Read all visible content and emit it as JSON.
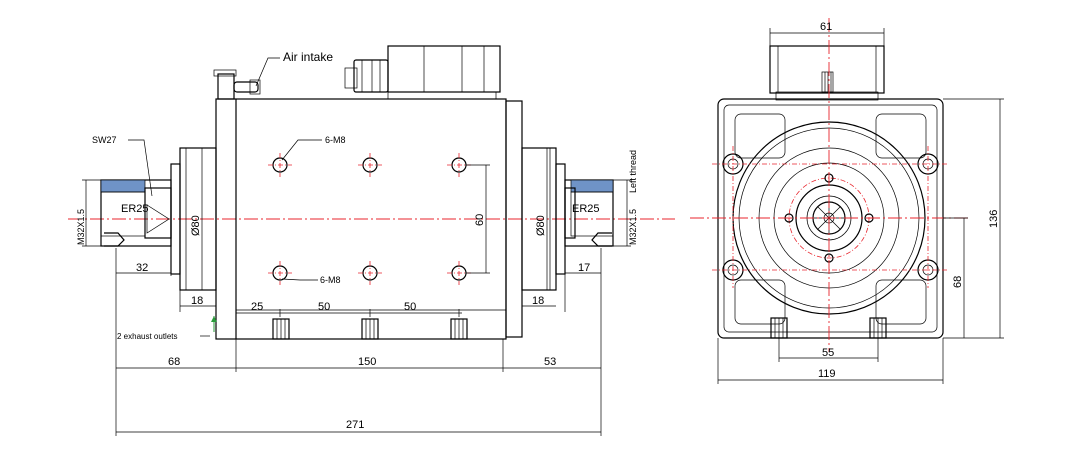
{
  "labels": {
    "air_intake": "Air intake",
    "sw27": "SW27",
    "m8_top": "6-M8",
    "m8_bottom": "6-M8",
    "exhaust": "2 exhaust outlets",
    "er25_left": "ER25",
    "er25_right": "ER25",
    "thread_left": "M32X1.5",
    "thread_right": "M32X1.5",
    "left_thread": "Left thread",
    "dia_left": "Ø80",
    "dia_right": "Ø80"
  },
  "dims": {
    "d_32": "32",
    "d_18_left": "18",
    "d_25": "25",
    "d_50_a": "50",
    "d_50_b": "50",
    "d_18_right": "18",
    "d_17": "17",
    "d_60": "60",
    "d_68_left": "68",
    "d_150": "150",
    "d_53": "53",
    "d_271": "271",
    "d_61": "61",
    "d_136": "136",
    "d_68_right": "68",
    "d_55": "55",
    "d_119": "119"
  },
  "colors": {
    "outline": "#000000",
    "centerline": "#e8242c",
    "hatch": "#6f93c7",
    "leader_green": "#2a9a3a"
  }
}
